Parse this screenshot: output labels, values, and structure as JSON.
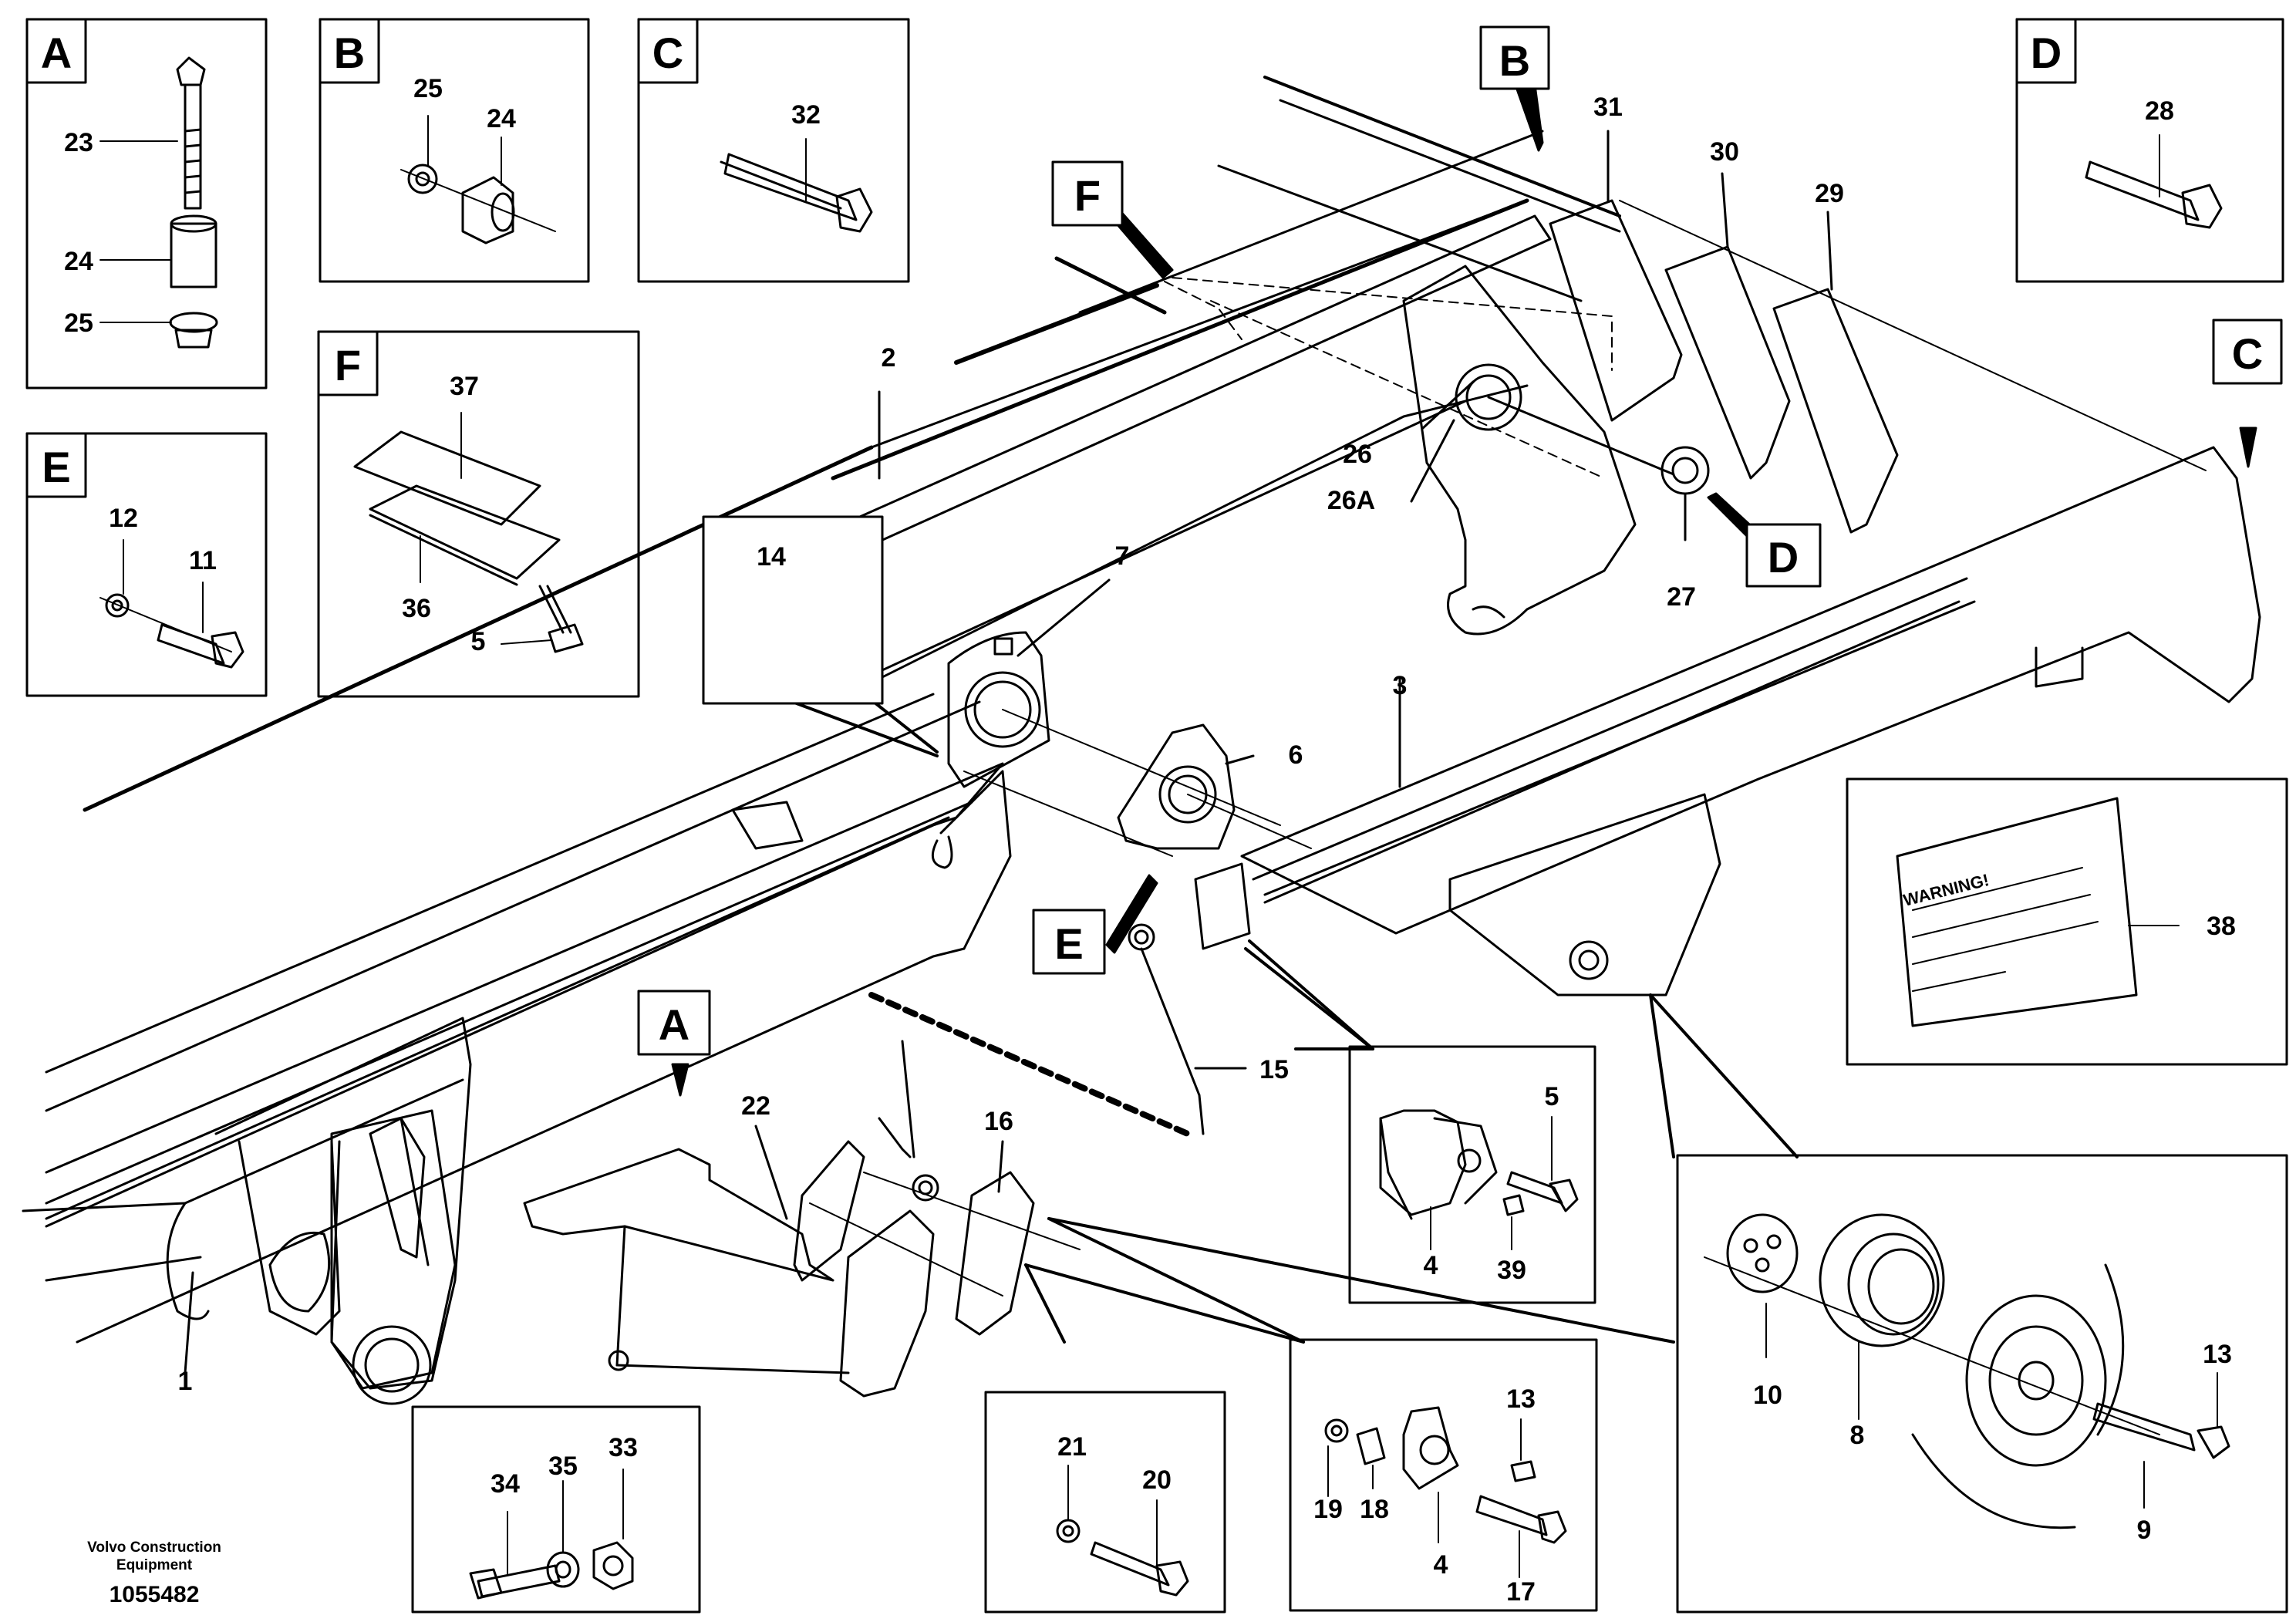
{
  "insets": {
    "A": {
      "tag": "A",
      "items": [
        "23",
        "24",
        "25"
      ]
    },
    "B": {
      "tag": "B",
      "items": [
        "25",
        "24"
      ]
    },
    "C": {
      "tag": "C",
      "items": [
        "32"
      ]
    },
    "D": {
      "tag": "D",
      "items": [
        "28"
      ]
    },
    "E": {
      "tag": "E",
      "items": [
        "12",
        "11"
      ]
    },
    "F": {
      "tag": "F",
      "items": [
        "37",
        "36",
        "5"
      ]
    },
    "bolt_set": {
      "items": [
        "34",
        "35",
        "33"
      ]
    },
    "bolt_pair": {
      "items": [
        "21",
        "20"
      ]
    },
    "pin_plate_left": {
      "items": [
        "4",
        "18",
        "19",
        "13",
        "17"
      ]
    },
    "pin_plate_right": {
      "items": [
        "5",
        "4",
        "39"
      ]
    },
    "hub": {
      "items": [
        "10",
        "8",
        "9",
        "13"
      ]
    },
    "warning": {
      "text": "WARNING!",
      "part": "38"
    }
  },
  "callout_tags": {
    "B": "B",
    "C": "C",
    "D": "D",
    "E": "E",
    "F": "F",
    "A": "A"
  },
  "main_labels": {
    "p1": "1",
    "p2": "2",
    "p3": "3",
    "p6": "6",
    "p7": "7",
    "p14": "14",
    "p15": "15",
    "p16": "16",
    "p22": "22",
    "p26": "26",
    "p26a": "26A",
    "p27": "27",
    "p29": "29",
    "p30": "30",
    "p31": "31"
  },
  "footer": {
    "line1": "Volvo Construction",
    "line2": "Equipment",
    "doc_number": "1055482"
  }
}
